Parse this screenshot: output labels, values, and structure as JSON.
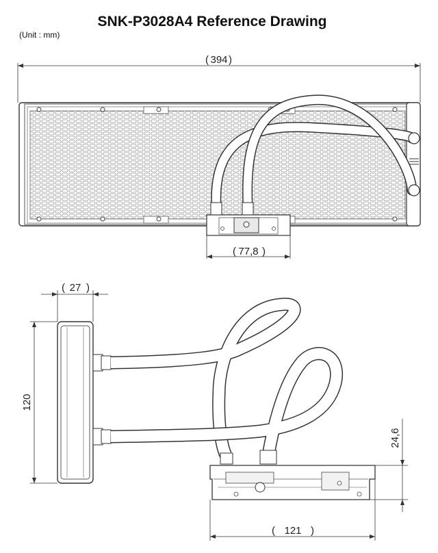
{
  "title": "SNK-P3028A4 Reference Drawing",
  "unit_note": "(Unit : mm)",
  "dimensions": {
    "top_width": "394",
    "pump_width": "77,8",
    "side_thickness": "27",
    "side_height": "120",
    "pump_height": "24,6",
    "bottom_width": "121"
  }
}
